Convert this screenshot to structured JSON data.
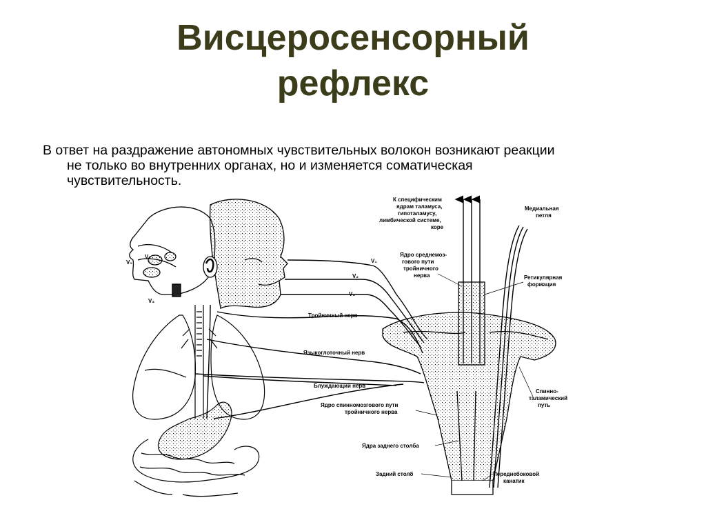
{
  "title": {
    "line1": "Висцеросенсорный",
    "line2": "рефлекс"
  },
  "text": {
    "line1": "В ответ на раздражение автономных чувствительных волокон возникают реакции",
    "line2": "не только во внутренних органах, но и изменяется соматическая",
    "line3": "чувствительность."
  },
  "diagram": {
    "labels": {
      "thalamus_1": "К специфическим",
      "thalamus_2": "ядрам таламуса,",
      "thalamus_3": "гипоталамусу,",
      "thalamus_4": "лимбической системе,",
      "thalamus_5": "коре",
      "medial_1": "Медиальная",
      "medial_2": "петля",
      "mesencephalic_1": "Ядро среднемоз-",
      "mesencephalic_2": "гового пути",
      "mesencephalic_3": "тройничного",
      "mesencephalic_4": "нерва",
      "reticular_1": "Ретикулярная",
      "reticular_2": "формация",
      "v1": "V₁",
      "v2": "V₂",
      "v3": "V₃",
      "trigeminal": "Тройничный нерв",
      "glossopharyngeal": "Языкоглоточный нерв",
      "vagus": "Блуждающий нерв",
      "spinal_trig_1": "Ядро спинномозгового пути",
      "spinal_trig_2": "тройничного нерва",
      "spinothalamic_1": "Спинно-",
      "spinothalamic_2": "таламический",
      "spinothalamic_3": "путь",
      "posterior_column_nuclei": "Ядра заднего столба",
      "posterior_column": "Задний столб",
      "anterolateral_1": "Переднебоковой",
      "anterolateral_2": "канатик",
      "face_v1": "V₁",
      "face_v2": "V₂",
      "face_v3": "V₃"
    }
  }
}
